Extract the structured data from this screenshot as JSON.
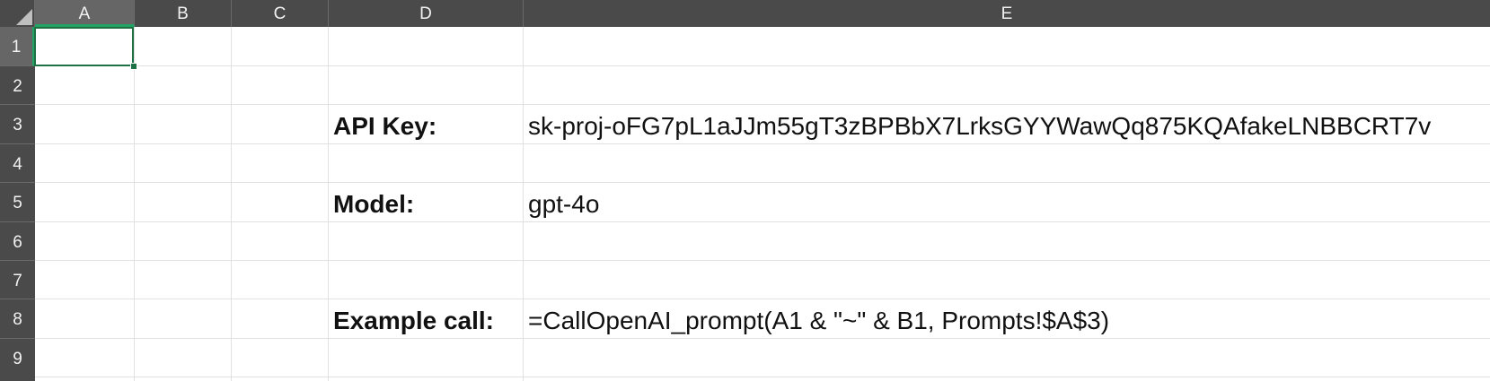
{
  "columns": [
    "A",
    "B",
    "C",
    "D",
    "E"
  ],
  "rows": [
    "1",
    "2",
    "3",
    "4",
    "5",
    "6",
    "7",
    "8",
    "9"
  ],
  "selection": {
    "active_cell": "A1"
  },
  "cells": {
    "D3": "API Key:",
    "E3": "sk-proj-oFG7pL1aJJm55gT3zBPBbX7LrksGYYWawQq875KQAfakeLNBBCRT7v",
    "D5": "Model:",
    "E5": "gpt-4o",
    "D8": "Example call:",
    "E8": "=CallOpenAI_prompt(A1 & \"~\" & B1, Prompts!$A$3)"
  },
  "colors": {
    "header_bg": "#4a4a4a",
    "selected_header_bg": "#666666",
    "selection_accent": "#21a366",
    "active_cell_border": "#1e7145",
    "gridline": "#e1e1e1"
  }
}
